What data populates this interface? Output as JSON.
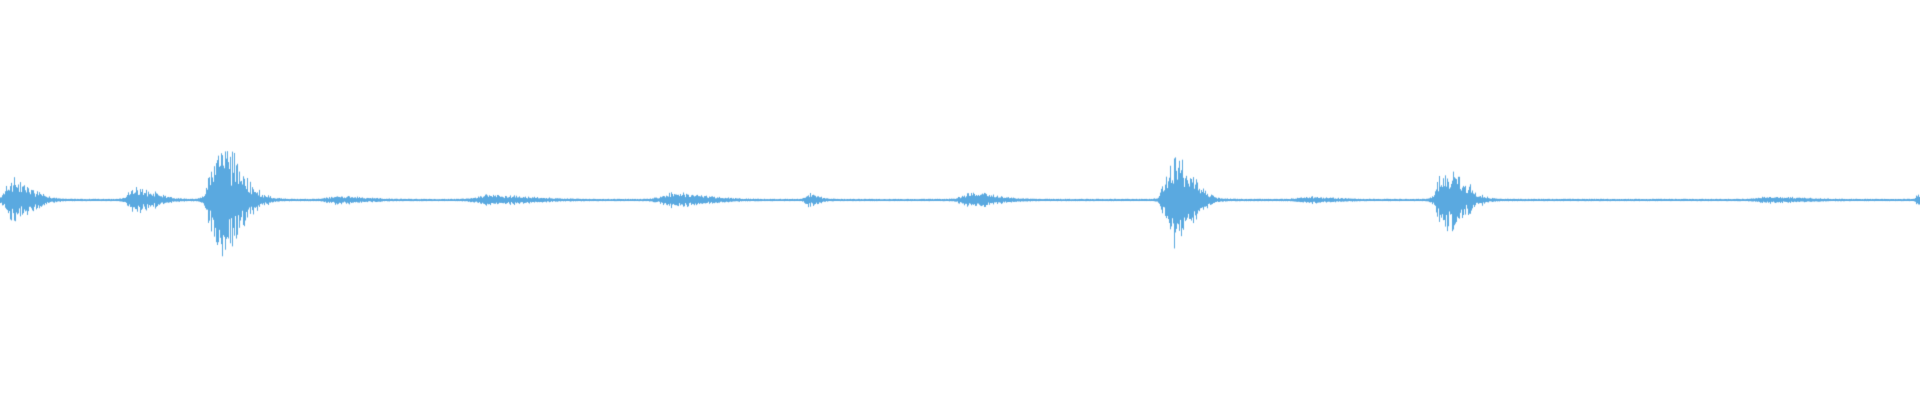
{
  "waveform": {
    "color": "#5aa9e0",
    "background": "#ffffff",
    "duration_fraction_peaks": [
      {
        "pos": 0.006,
        "amp": 0.12,
        "spread": 0.006
      },
      {
        "pos": 0.07,
        "amp": 0.07,
        "spread": 0.006
      },
      {
        "pos": 0.113,
        "amp": 0.33,
        "spread": 0.007
      },
      {
        "pos": 0.175,
        "amp": 0.02,
        "spread": 0.008
      },
      {
        "pos": 0.255,
        "amp": 0.025,
        "spread": 0.012
      },
      {
        "pos": 0.35,
        "amp": 0.04,
        "spread": 0.01
      },
      {
        "pos": 0.421,
        "amp": 0.035,
        "spread": 0.003
      },
      {
        "pos": 0.505,
        "amp": 0.04,
        "spread": 0.008
      },
      {
        "pos": 0.61,
        "amp": 0.26,
        "spread": 0.006
      },
      {
        "pos": 0.68,
        "amp": 0.015,
        "spread": 0.008
      },
      {
        "pos": 0.752,
        "amp": 0.2,
        "spread": 0.006
      },
      {
        "pos": 0.92,
        "amp": 0.015,
        "spread": 0.01
      },
      {
        "pos": 0.999,
        "amp": 0.04,
        "spread": 0.002
      }
    ],
    "noise_floor": 0.006,
    "center_fraction": 0.5
  }
}
